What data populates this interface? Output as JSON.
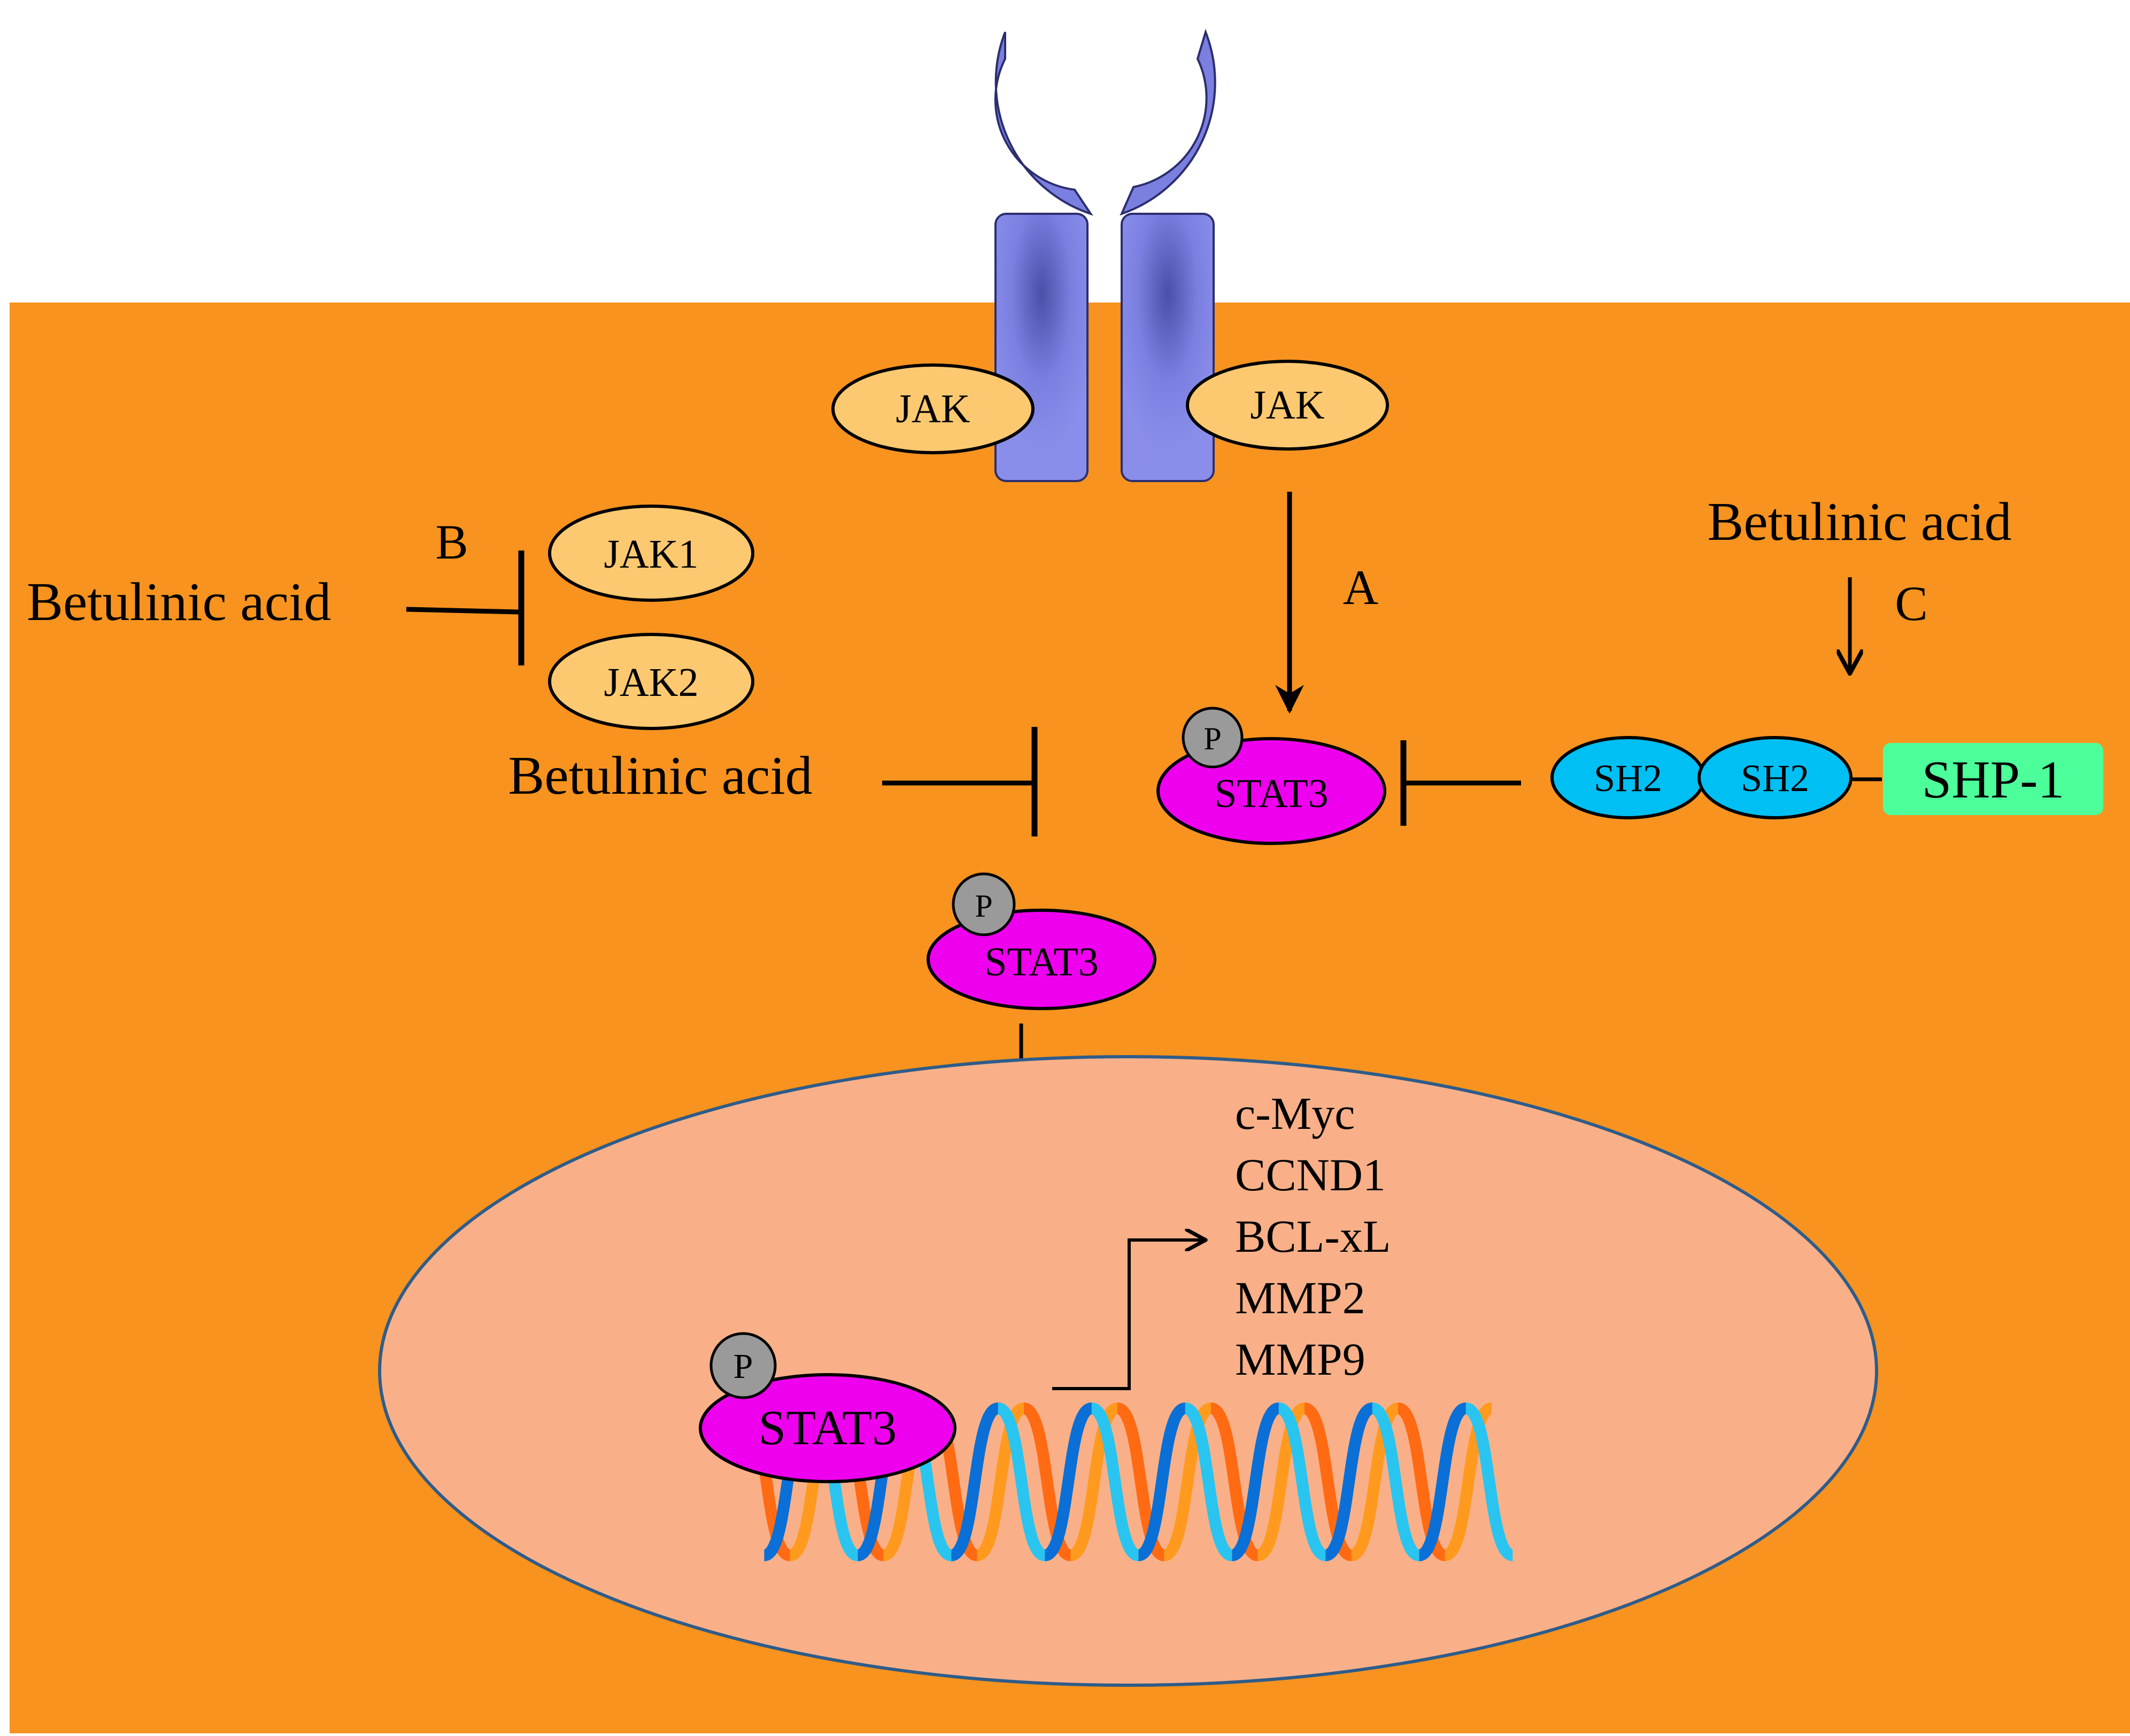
{
  "colors": {
    "cytoplasm": "#f7931e",
    "nucleus": "#f9b088",
    "nucleus_outline": "#2e5c8a",
    "receptor": "#7b7fe0",
    "jak": "#fdc970",
    "stat3": "#ee00ee",
    "phospho": "#9a9a9a",
    "sh2": "#00bff3",
    "shp1": "#4dff9a",
    "dna_strand_a": [
      "#ff6a13",
      "#ff9a1e"
    ],
    "dna_strand_b": [
      "#0a6fd6",
      "#29c5f0"
    ]
  },
  "receptor": {
    "jak_left": "JAK",
    "jak_right": "JAK"
  },
  "pathway_labels": {
    "a": "A",
    "b": "B",
    "c": "C"
  },
  "betulinic_acid": {
    "jak_inhibition": "Betulinic acid",
    "nuclear_entry_inhibition": "Betulinic acid",
    "shp1_induction": "Betulinic acid"
  },
  "kinases": {
    "jak1": "JAK1",
    "jak2": "JAK2"
  },
  "stat3": {
    "activated": "STAT3",
    "translocating": "STAT3",
    "dna_bound": "STAT3",
    "phospho_label": "P"
  },
  "shp1": {
    "domain1": "SH2",
    "domain2": "SH2",
    "name": "SHP-1"
  },
  "target_genes": [
    "c-Myc",
    "CCND1",
    "BCL-xL",
    "MMP2",
    "MMP9"
  ]
}
